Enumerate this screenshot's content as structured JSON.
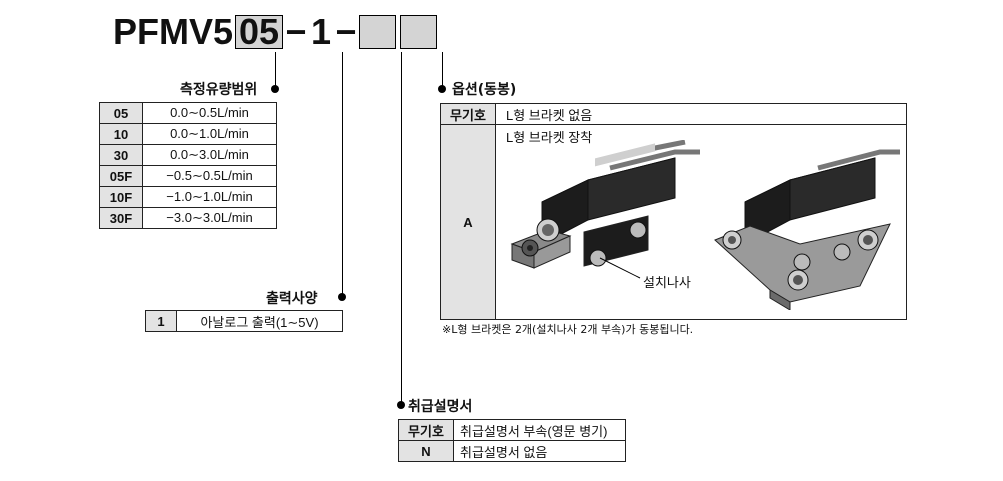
{
  "model": {
    "prefix": "PFMV5",
    "code_box": "05",
    "dash": "−",
    "output_code": "1"
  },
  "flow_range": {
    "title": "측정유량범위",
    "rows": [
      {
        "code": "05",
        "value": "0.0∼0.5L/min"
      },
      {
        "code": "10",
        "value": "0.0∼1.0L/min"
      },
      {
        "code": "30",
        "value": "0.0∼3.0L/min"
      },
      {
        "code": "05F",
        "value": "−0.5∼0.5L/min"
      },
      {
        "code": "10F",
        "value": "−1.0∼1.0L/min"
      },
      {
        "code": "30F",
        "value": "−3.0∼3.0L/min"
      }
    ]
  },
  "output_spec": {
    "title": "출력사양",
    "rows": [
      {
        "code": "1",
        "value": "아날로그 출력(1∼5V)"
      }
    ]
  },
  "option": {
    "title": "옵션(동봉)",
    "none_code": "무기호",
    "none_value": "L형 브라켓 없음",
    "a_code": "A",
    "a_value": "L형 브라켓 장착",
    "screw_label": "설치나사",
    "note": "※L형 브라켓은 2개(설치나사 2개 부속)가 동봉됩니다."
  },
  "manual": {
    "title": "취급설명서",
    "rows": [
      {
        "code": "무기호",
        "value": "취급설명서 부속(영문 병기)"
      },
      {
        "code": "N",
        "value": "취급설명서 없음"
      }
    ]
  },
  "colors": {
    "box_fill": "#d4d4d4",
    "header_fill": "#e3e3e3",
    "line": "#000000"
  }
}
